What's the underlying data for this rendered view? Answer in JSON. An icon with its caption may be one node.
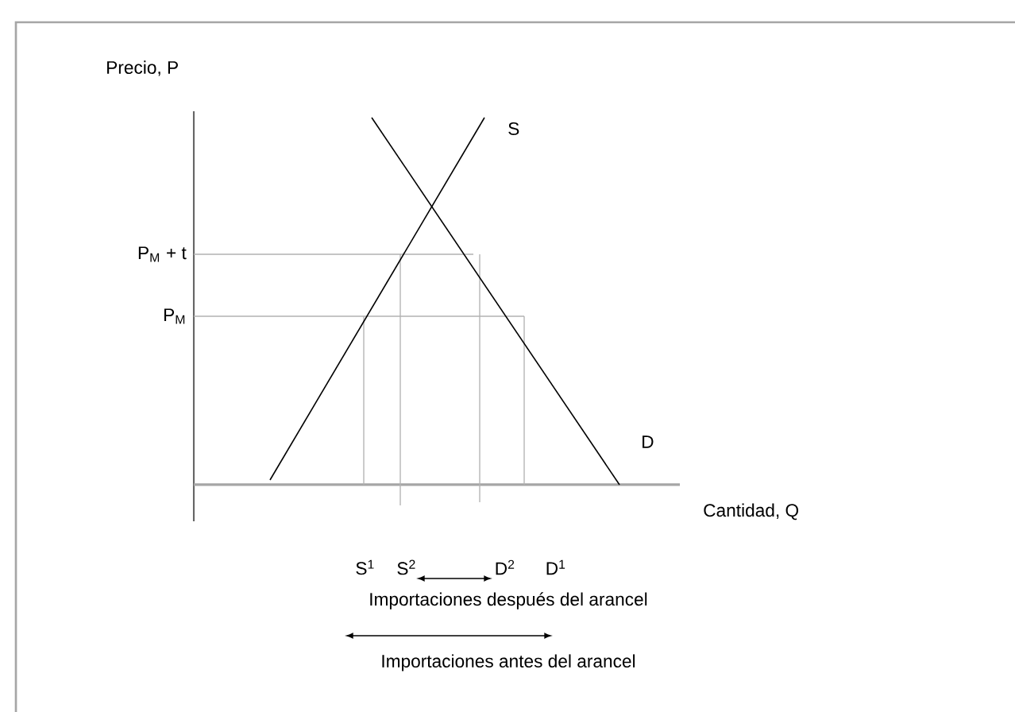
{
  "diagram": {
    "labels": [
      "Precio, P",
      "S",
      "P$_{M}$ + t",
      "P$_{M}$",
      "D",
      "Cantidad, Q",
      "S$^{1}$",
      "S$^{2}$",
      "D$^{2}$",
      "D$^{1}$",
      "Importaciones  después del arancel",
      "Importaciones antes del arancel"
    ]
  }
}
